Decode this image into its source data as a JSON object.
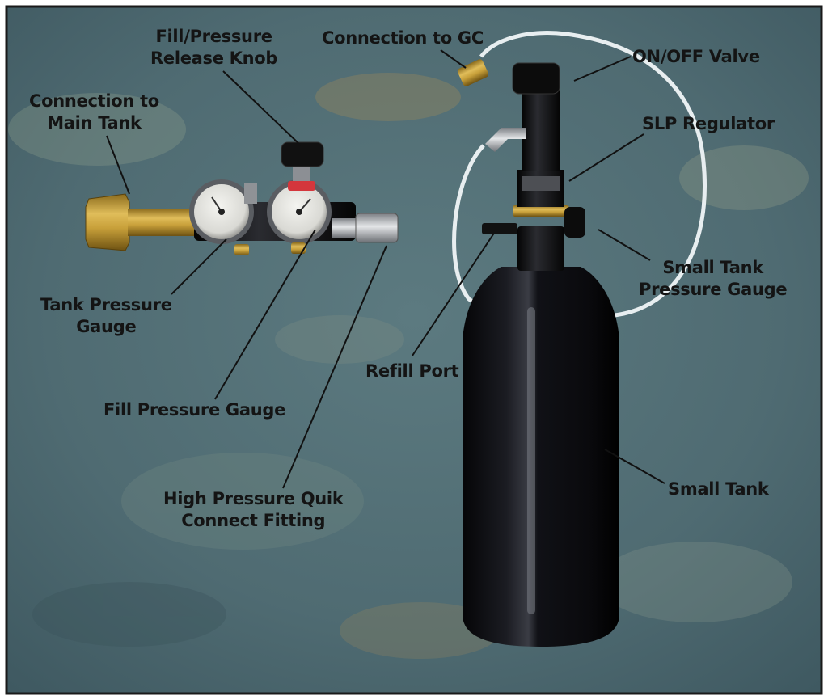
{
  "labels": {
    "connection_main_tank": [
      "Connection to",
      "Main Tank"
    ],
    "fill_release_knob": [
      "Fill/Pressure",
      "Release Knob"
    ],
    "connection_gc": "Connection to GC",
    "on_off_valve": "ON/OFF Valve",
    "slp_regulator": "SLP Regulator",
    "small_tank_gauge": [
      "Small Tank",
      "Pressure Gauge"
    ],
    "tank_pressure_gauge": [
      "Tank Pressure",
      "Gauge"
    ],
    "refill_port": "Refill Port",
    "fill_pressure_gauge": "Fill Pressure Gauge",
    "quik_connect": [
      "High Pressure Quik",
      "Connect Fitting"
    ],
    "small_tank": "Small Tank"
  },
  "colors": {
    "background_slate": "#4f6b72",
    "brass": "#c8a03a",
    "tank_black": "#0d0d0f",
    "gauge_face": "#e6e6e2",
    "tubing": "#e8eef0",
    "text": "#141414"
  }
}
